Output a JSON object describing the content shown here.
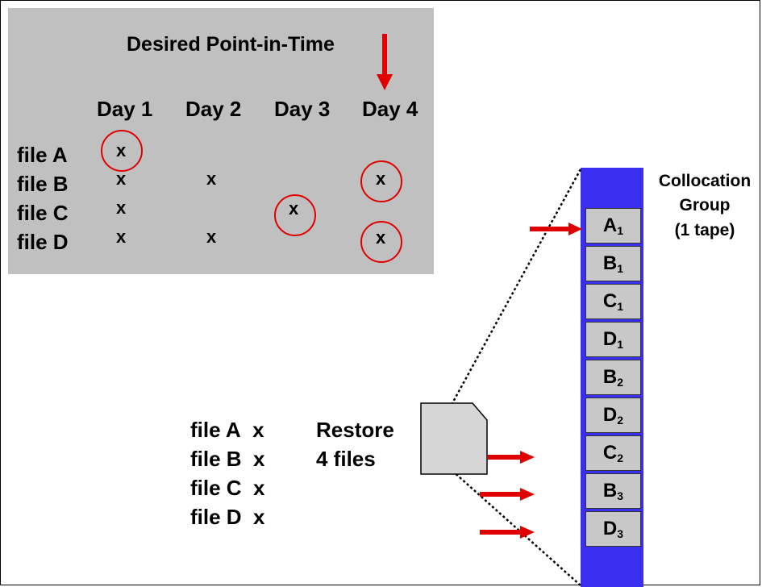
{
  "matrix": {
    "title": "Desired Point-in-Time",
    "days": [
      "Day 1",
      "Day 2",
      "Day 3",
      "Day 4"
    ],
    "files": [
      "file A",
      "file B",
      "file C",
      "file D"
    ],
    "mark": "x"
  },
  "tape": {
    "label_line1": "Collocation",
    "label_line2": "Group",
    "label_line3": "(1 tape)",
    "cells": [
      {
        "letter": "A",
        "sub": "1"
      },
      {
        "letter": "B",
        "sub": "1"
      },
      {
        "letter": "C",
        "sub": "1"
      },
      {
        "letter": "D",
        "sub": "1"
      },
      {
        "letter": "B",
        "sub": "2"
      },
      {
        "letter": "D",
        "sub": "2"
      },
      {
        "letter": "C",
        "sub": "2"
      },
      {
        "letter": "B",
        "sub": "3"
      },
      {
        "letter": "D",
        "sub": "3"
      }
    ]
  },
  "restore": {
    "files": [
      {
        "name": "file A",
        "mark": "x"
      },
      {
        "name": "file B",
        "mark": "x"
      },
      {
        "name": "file C",
        "mark": "x"
      },
      {
        "name": "file D",
        "mark": "x"
      }
    ],
    "label_line1": "Restore",
    "label_line2": "4 files"
  },
  "colors": {
    "panel": "#c0c0c0",
    "tape": "#3a2ff0",
    "cell": "#c8c8c8",
    "highlight": "#e00000"
  }
}
